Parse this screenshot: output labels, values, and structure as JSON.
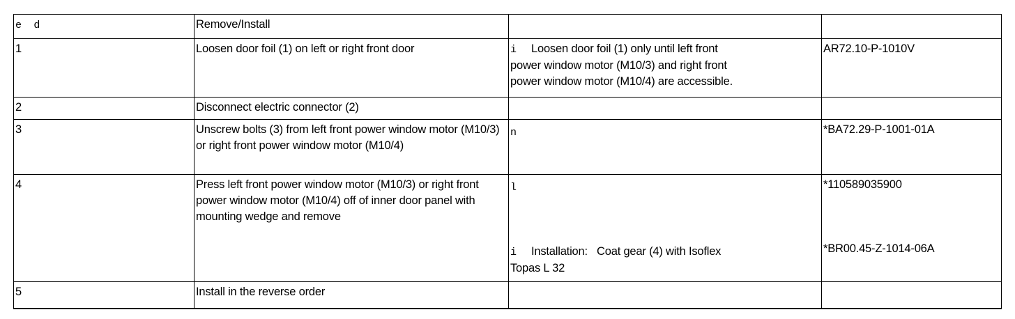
{
  "header": {
    "col1": "e  d",
    "col2": "Remove/Install",
    "col3": "",
    "col4": ""
  },
  "rows": [
    {
      "step": "1",
      "action": "Loosen door foil (1) on left or right front door",
      "note_symbol": "i",
      "note_line1": "Loosen door foil (1) only until left front",
      "note_line2": "power window motor (M10/3) and right front",
      "note_line3": "power window motor (M10/4) are accessible.",
      "ref": "AR72.10-P-1010V"
    },
    {
      "step": "2",
      "action": "Disconnect electric connector (2)",
      "ref": ""
    },
    {
      "step": "3",
      "action": "Unscrew bolts (3) from left front power window motor (M10/3) or right front power window motor (M10/4)",
      "note_symbol": "n",
      "ref": "*BA72.29-P-1001-01A"
    },
    {
      "step": "4",
      "action": "Press left front power window motor (M10/3) or right front power window motor (M10/4) off of inner door panel with mounting wedge and remove",
      "note_symbol": "l",
      "note2_symbol": "i",
      "note2_line1": "Installation:   Coat gear (4) with Isoflex",
      "note2_line2": "Topas L 32",
      "ref": "*110589035900",
      "ref2": "*BR00.45-Z-1014-06A"
    },
    {
      "step": "5",
      "action": "Install in the reverse order",
      "ref": ""
    }
  ]
}
